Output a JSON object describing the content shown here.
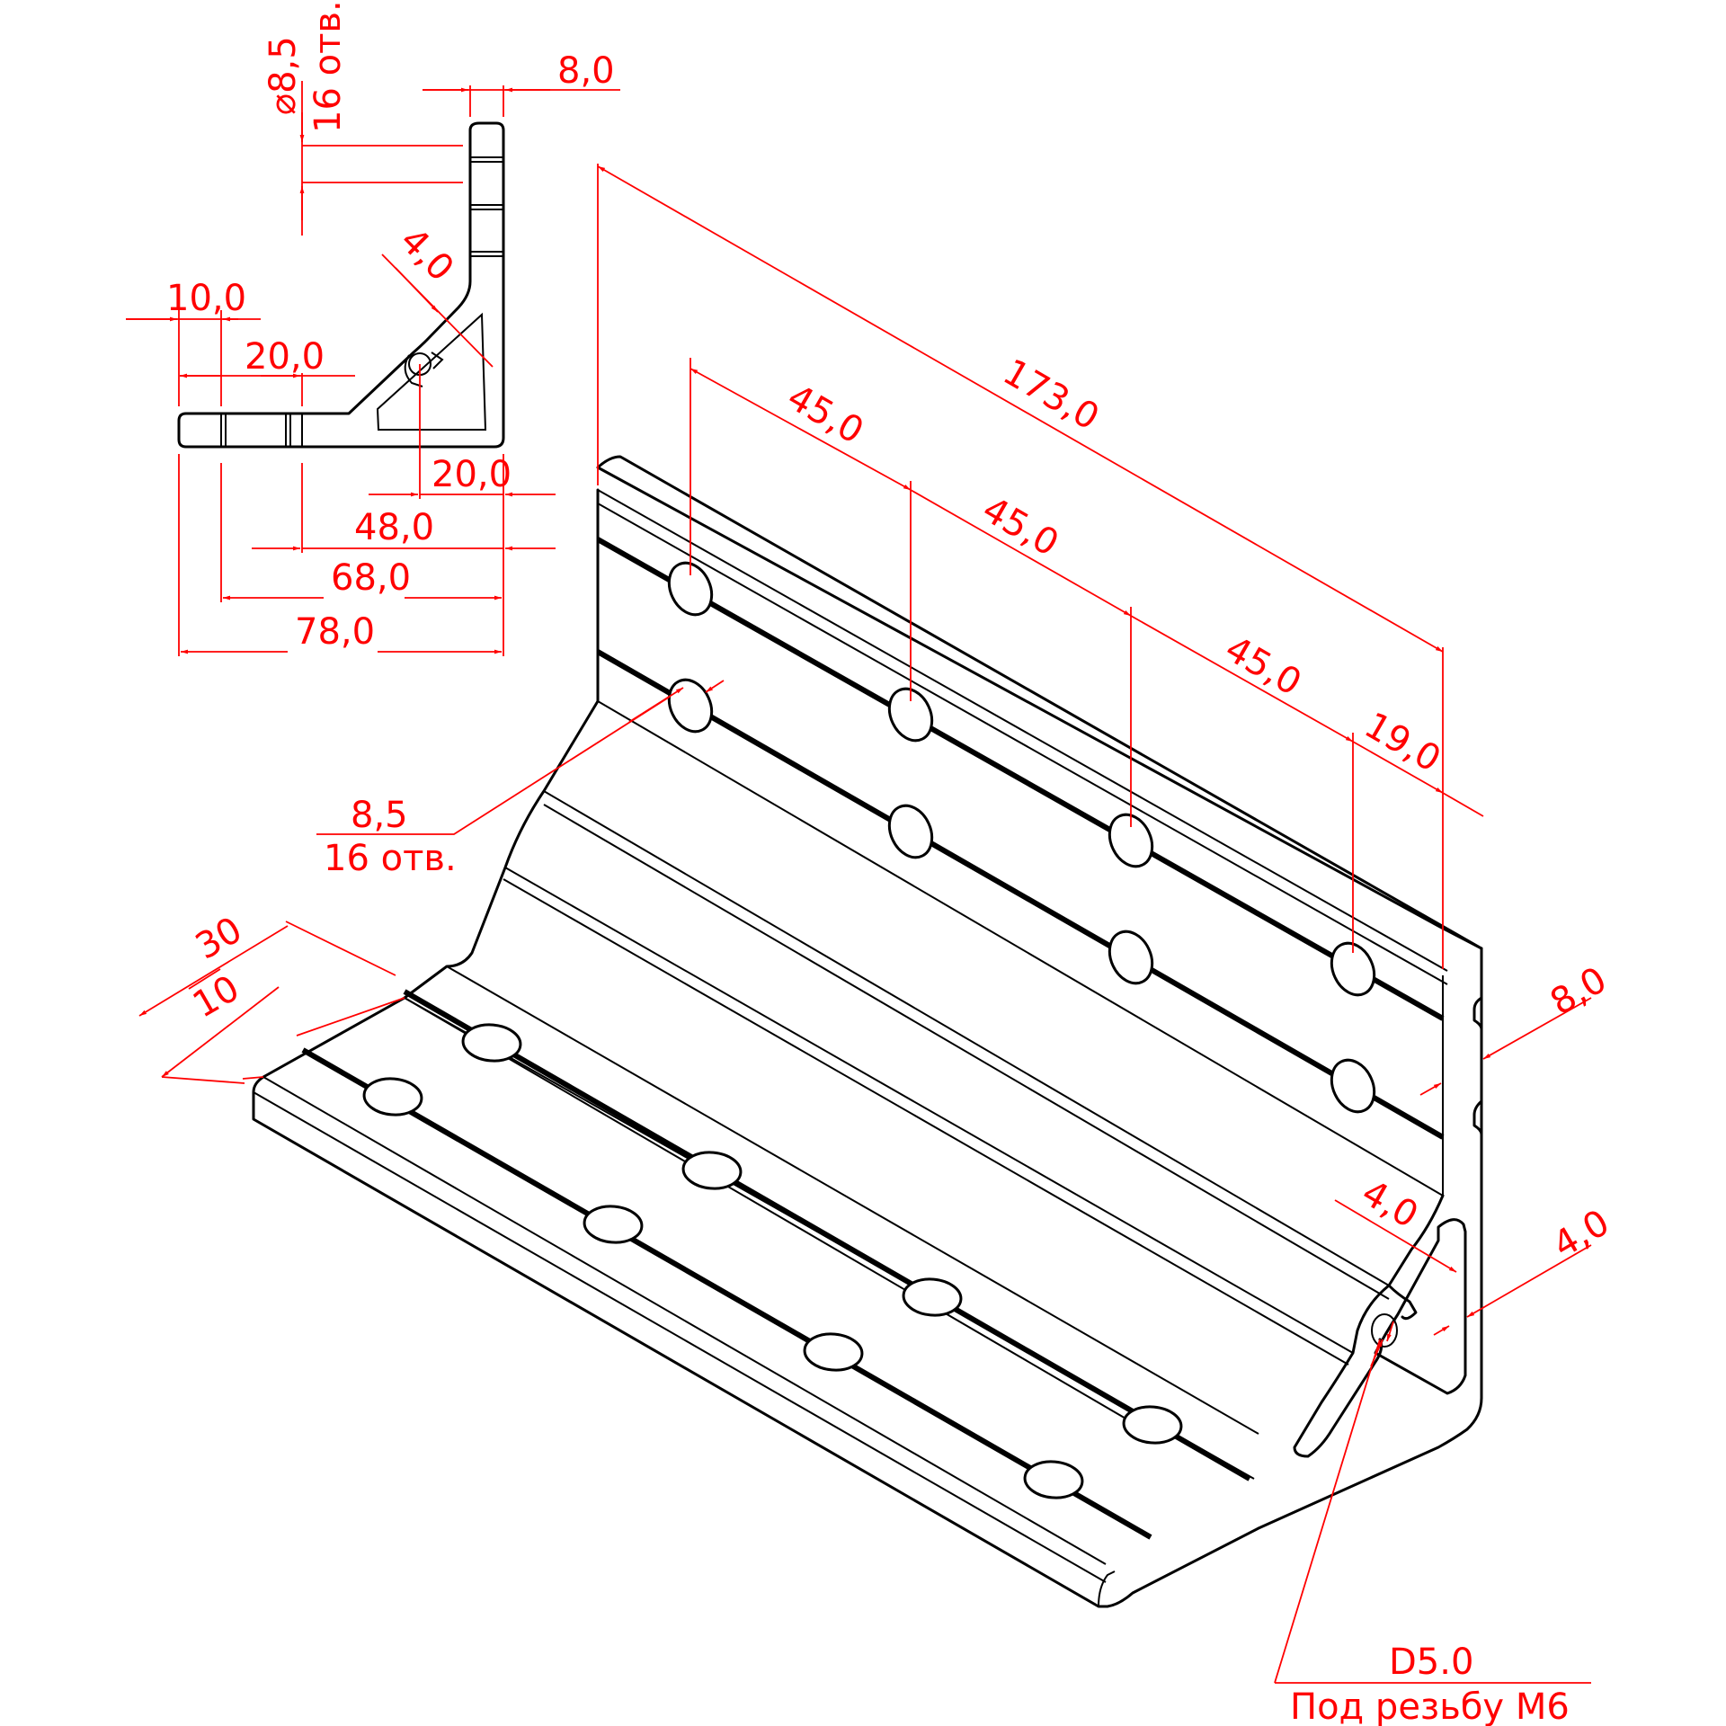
{
  "colors": {
    "part": "#000000",
    "dimension": "#ff0000",
    "background": "#ffffff"
  },
  "section_view": {
    "hole_dia": "⌀8,5",
    "hole_count": "16 отв.",
    "dim_top_thickness": "8,0",
    "dim_fillet": "4,0",
    "dim_10": "10,0",
    "dim_20": "20,0",
    "dim_20b": "20,0",
    "dim_48": "48,0",
    "dim_68": "68,0",
    "dim_78": "78,0"
  },
  "iso_view": {
    "dim_length": "173,0",
    "dim_pitch_1": "45,0",
    "dim_pitch_2": "45,0",
    "dim_pitch_3": "45,0",
    "dim_end": "19,0",
    "hole_callout_dia": "8,5",
    "hole_callout_count": "16 отв.",
    "dim_30": "30",
    "dim_10": "10",
    "dim_thickness": "8,0",
    "dim_rib": "4,0",
    "dim_rib_2": "4,0",
    "thread_dia": "D5.0",
    "thread_note": "Под резьбу М6"
  }
}
